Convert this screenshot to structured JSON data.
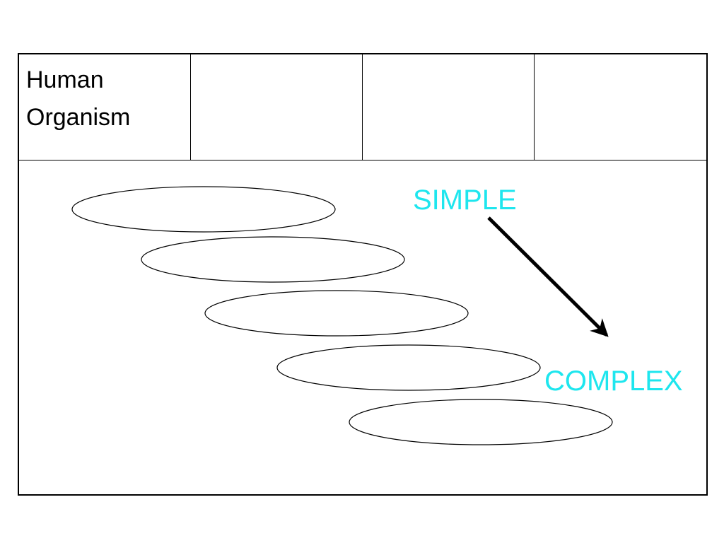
{
  "header_cells": [
    {
      "lines": [
        "Human",
        "Organism"
      ]
    },
    {
      "lines": []
    },
    {
      "lines": []
    },
    {
      "lines": []
    }
  ],
  "levels": [
    {
      "label": ""
    },
    {
      "label": ""
    },
    {
      "label": ""
    },
    {
      "label": ""
    },
    {
      "label": ""
    }
  ],
  "simple_label": "SIMPLE",
  "complex_label": "COMPLEX",
  "accent_color": "#1ee6ee",
  "arrow_color": "#000000"
}
